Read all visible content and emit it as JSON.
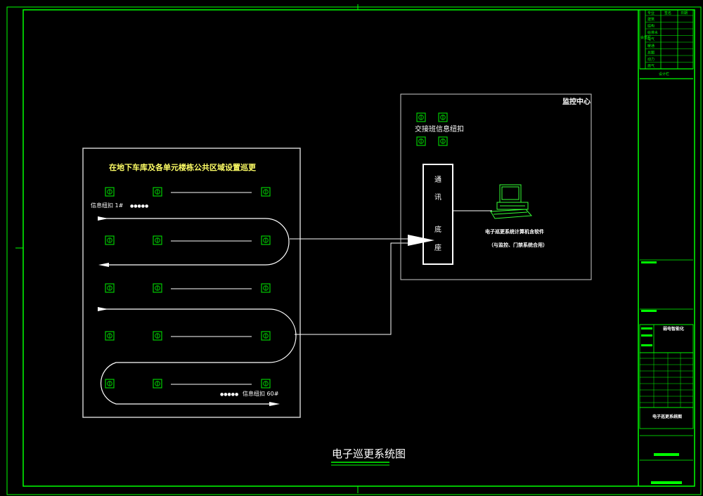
{
  "colors": {
    "frame": "#00ff00",
    "line": "#ffffff",
    "title_yellow": "#ffff66",
    "module_green": "#00cc00",
    "monitor_green": "#33ff33"
  },
  "garage_area": {
    "title": "在地下车库及各单元楼栋公共区域设置巡更",
    "start_label": "信息纽扣 1#",
    "start_dots": "●●●●●",
    "end_dots": "●●●●●",
    "end_label": "信息纽扣 60#"
  },
  "control_center": {
    "title": "监控中心",
    "exchange_label": "交接班信息纽扣",
    "base_label_chars": [
      "通",
      "讯",
      "底",
      "座"
    ],
    "computer_label": "电子巡更系统计算机含软件",
    "computer_note": "（与监控、门禁系统合用）"
  },
  "drawing_title": "电子巡更系统图",
  "title_block": {
    "sign_header": [
      "专业",
      "签名",
      "日期"
    ],
    "disciplines": [
      "建筑",
      "结构",
      "给排水",
      "电气",
      "暖通",
      "总图",
      "动力",
      "燃气"
    ],
    "side_label": "会签栏",
    "bottom_label": "设计栏",
    "project_label": "弱电智能化",
    "sheet_title": "电子巡更系统图"
  }
}
